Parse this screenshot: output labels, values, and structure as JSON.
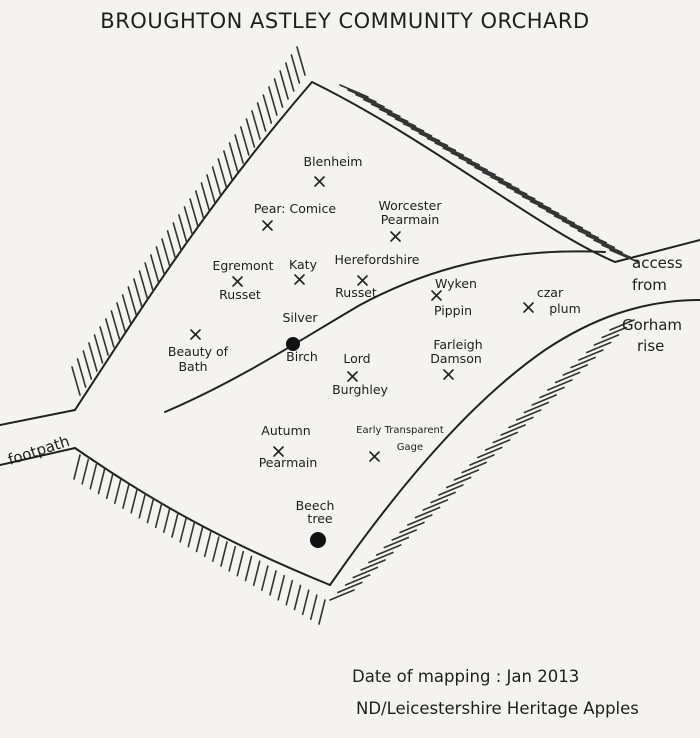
{
  "title": "BROUGHTON ASTLEY COMMUNITY ORCHARD",
  "trees": [
    {
      "id": "blenheim",
      "lines": [
        "Blenheim"
      ],
      "mark": "cross"
    },
    {
      "id": "pear-comice",
      "lines": [
        "Pear: Comice"
      ],
      "mark": "cross"
    },
    {
      "id": "worcester-pearmain",
      "lines": [
        "Worcester",
        "Pearmain"
      ],
      "mark": "cross"
    },
    {
      "id": "egremont-russet",
      "lines": [
        "Egremont",
        "Russet"
      ],
      "mark": "cross"
    },
    {
      "id": "katy",
      "lines": [
        "Katy"
      ],
      "mark": "cross"
    },
    {
      "id": "herefordshire-russet",
      "lines": [
        "Herefordshire",
        "Russet"
      ],
      "mark": "cross"
    },
    {
      "id": "wyken-pippin",
      "lines": [
        "Wyken",
        "Pippin"
      ],
      "mark": "cross"
    },
    {
      "id": "czar-plum",
      "lines": [
        "czar",
        "plum"
      ],
      "mark": "cross"
    },
    {
      "id": "silver-birch",
      "lines": [
        "Silver",
        "Birch"
      ],
      "mark": "dot"
    },
    {
      "id": "beauty-of-bath",
      "lines": [
        "Beauty of",
        "Bath"
      ],
      "mark": "cross"
    },
    {
      "id": "lord-burghley",
      "lines": [
        "Lord",
        "Burghley"
      ],
      "mark": "cross"
    },
    {
      "id": "farleigh-damson",
      "lines": [
        "Farleigh",
        "Damson"
      ],
      "mark": "cross"
    },
    {
      "id": "autumn-pearmain",
      "lines": [
        "Autumn",
        "Pearmain"
      ],
      "mark": "cross"
    },
    {
      "id": "early-transparent-gage",
      "lines": [
        "Early Transparent",
        "Gage"
      ],
      "mark": "cross"
    },
    {
      "id": "beech-tree",
      "lines": [
        "Beech",
        "tree"
      ],
      "mark": "dot"
    }
  ],
  "labels": {
    "footpath": "footpath",
    "access_line1": "access",
    "access_line2": "from",
    "gorham_line1": "Gorham",
    "gorham_line2": "rise"
  },
  "footer": {
    "date": "Date of mapping : Jan 2013",
    "credit": "ND/Leicestershire Heritage Apples"
  }
}
